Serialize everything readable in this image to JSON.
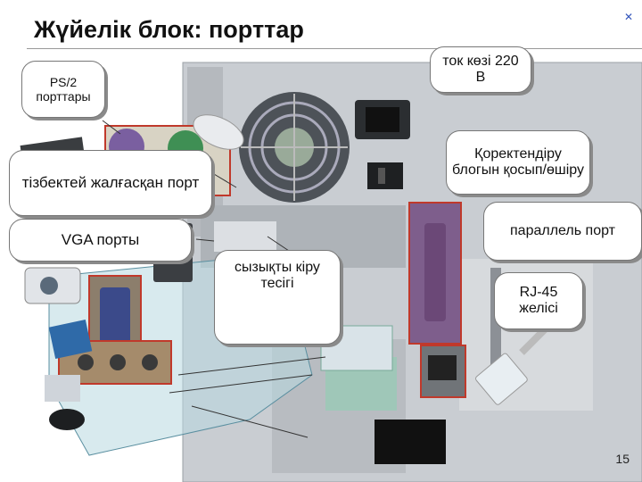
{
  "slide": {
    "title": "Жүйелік блок: порттар",
    "page_number": "15"
  },
  "callouts": {
    "ps2": "PS/2 порттары",
    "power": "ток көзі 220 В",
    "chained": "тізбектей жалғасқан порт",
    "psu_switch": "Қоректендіру блогын қосып/өшіру",
    "vga": "VGA порты",
    "parallel": "параллель порт",
    "line_in": "сызықты кіру тесігі",
    "rj45": "RJ-45 желісі"
  },
  "colors": {
    "case": "#c9cdd2",
    "highlight": "#c0392b",
    "callout_shadow": "#8a8a8a"
  }
}
